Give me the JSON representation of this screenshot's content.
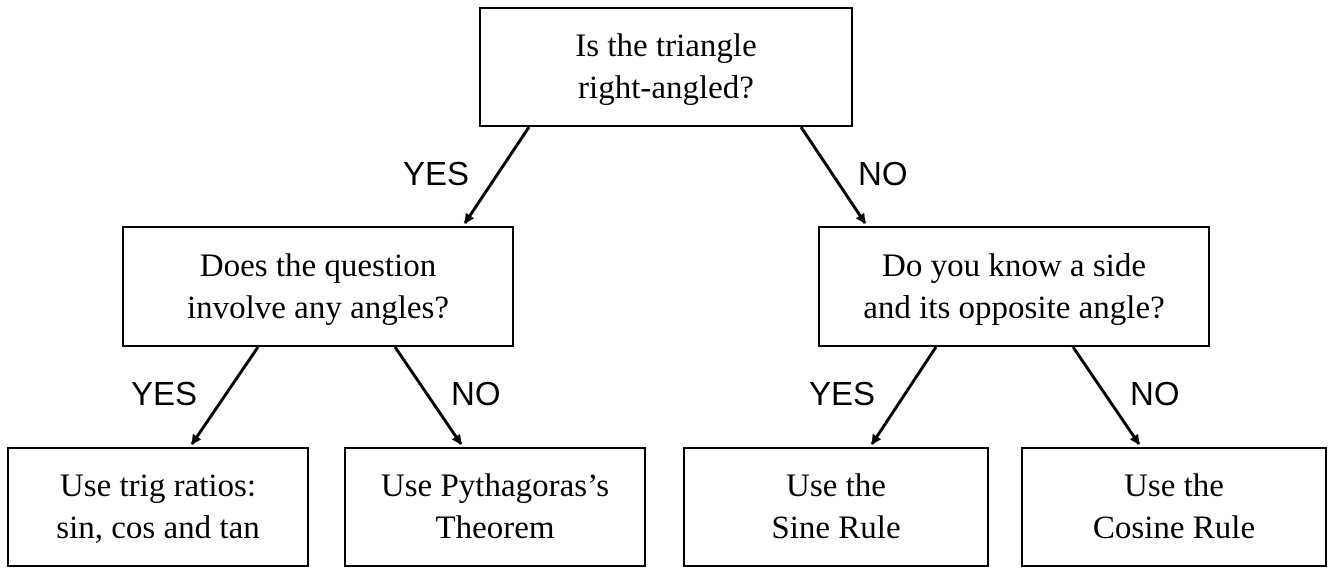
{
  "nodes": {
    "root": {
      "line1": "Is the triangle",
      "line2": "right-angled?"
    },
    "angles_question": {
      "line1": "Does the question",
      "line2": "involve any angles?"
    },
    "side_question": {
      "line1": "Do you know a side",
      "line2": "and its opposite angle?"
    },
    "trig_ratios": {
      "line1": "Use trig ratios:",
      "line2": "sin, cos and tan"
    },
    "pythagoras": {
      "line1": "Use Pythagoras’s",
      "line2": "Theorem"
    },
    "sine_rule": {
      "line1": "Use the",
      "line2": "Sine Rule"
    },
    "cosine_rule": {
      "line1": "Use the",
      "line2": "Cosine Rule"
    }
  },
  "edges": {
    "root_yes": "YES",
    "root_no": "NO",
    "angles_yes": "YES",
    "angles_no": "NO",
    "side_yes": "YES",
    "side_no": "NO"
  }
}
